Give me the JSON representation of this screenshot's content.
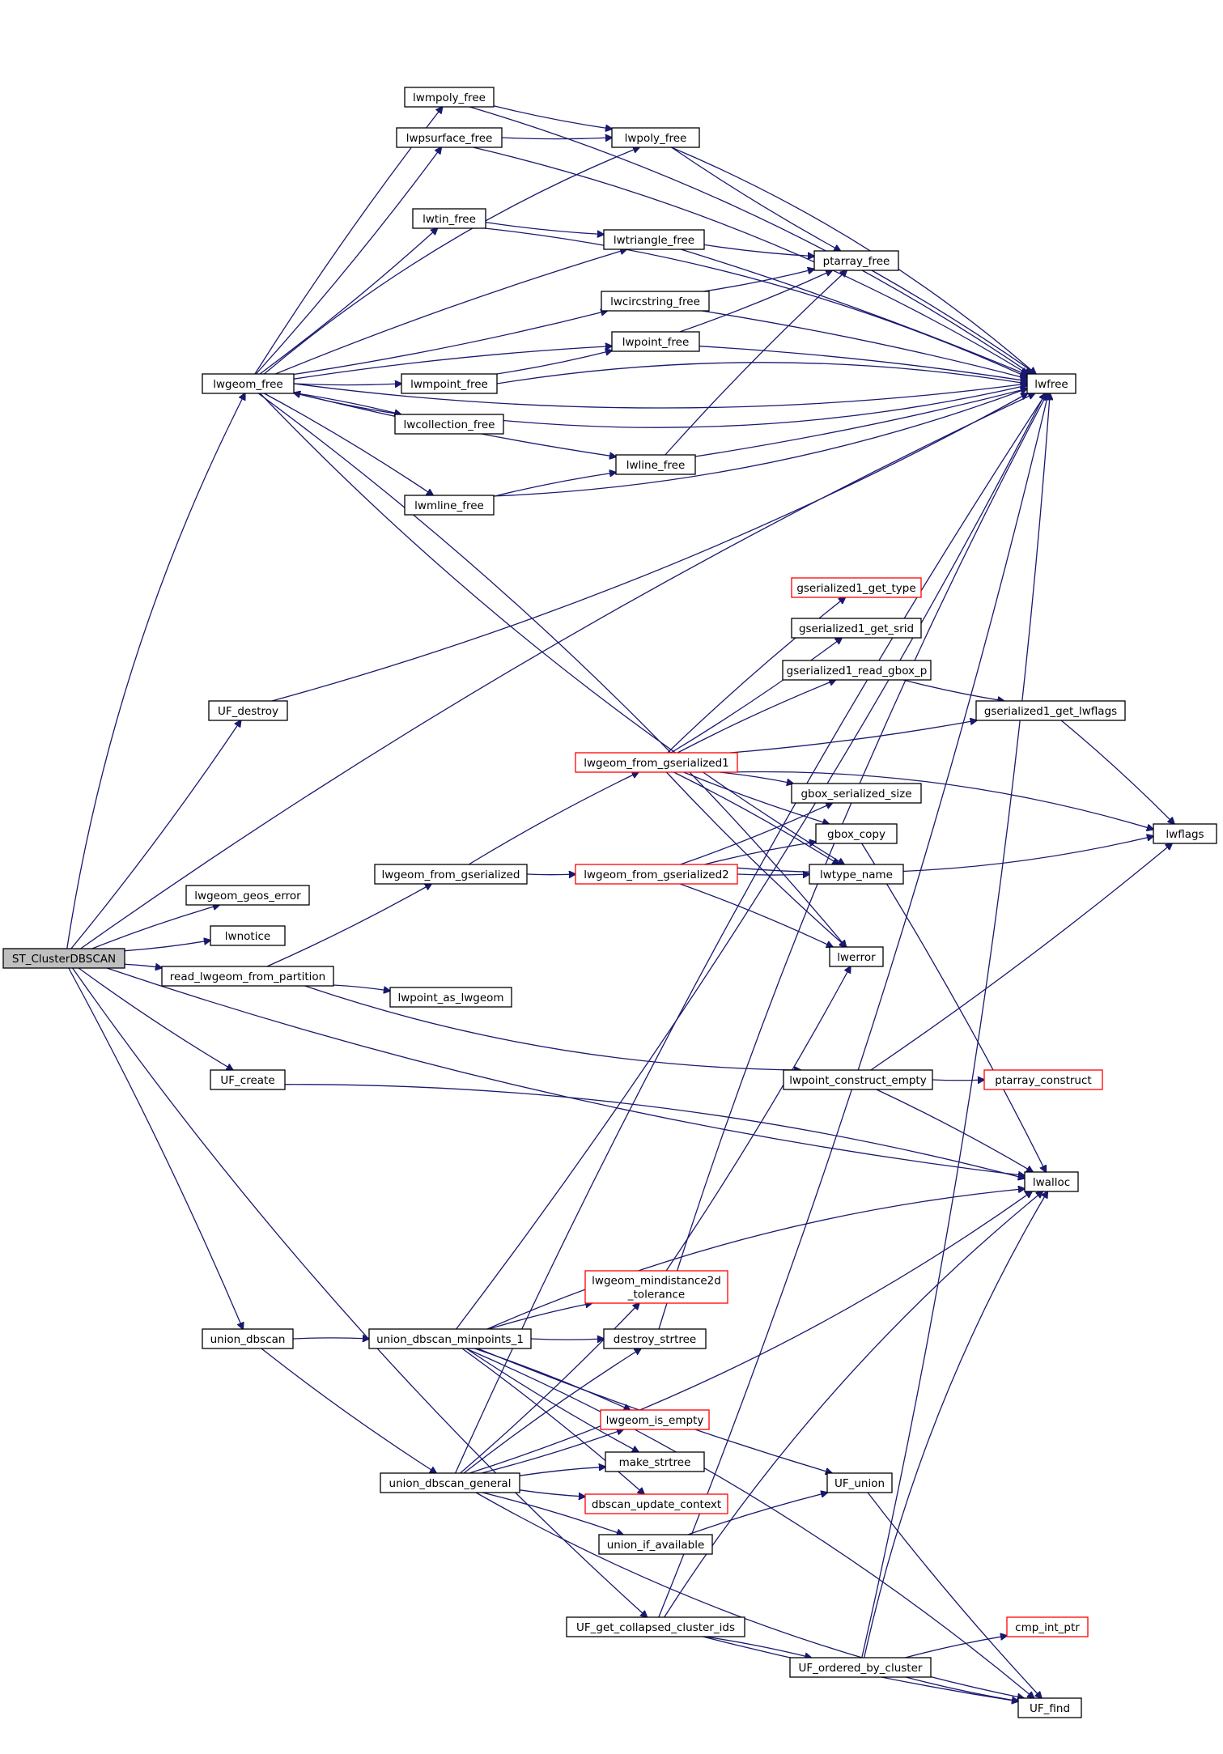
{
  "graph": {
    "title": "",
    "colors": {
      "edge": "#191970",
      "node_border": "#000000",
      "truncated_border": "#ff0000",
      "root_fill": "#bfbfbf",
      "node_fill": "#ffffff"
    },
    "nodes": [
      {
        "id": "st",
        "label": "ST_ClusterDBSCAN",
        "root": true
      },
      {
        "id": "lwgeom_free",
        "label": "lwgeom_free"
      },
      {
        "id": "lwmpoly_free",
        "label": "lwmpoly_free"
      },
      {
        "id": "lwpsurface_free",
        "label": "lwpsurface_free"
      },
      {
        "id": "lwpoly_free",
        "label": "lwpoly_free"
      },
      {
        "id": "lwtin_free",
        "label": "lwtin_free"
      },
      {
        "id": "lwtriangle_free",
        "label": "lwtriangle_free"
      },
      {
        "id": "ptarray_free",
        "label": "ptarray_free"
      },
      {
        "id": "lwcircstring_free",
        "label": "lwcircstring_free"
      },
      {
        "id": "lwpoint_free",
        "label": "lwpoint_free"
      },
      {
        "id": "lwmpoint_free",
        "label": "lwmpoint_free"
      },
      {
        "id": "lwcollection_free",
        "label": "lwcollection_free"
      },
      {
        "id": "lwline_free",
        "label": "lwline_free"
      },
      {
        "id": "lwmline_free",
        "label": "lwmline_free"
      },
      {
        "id": "lwfree",
        "label": "lwfree"
      },
      {
        "id": "gs1_get_type",
        "label": "gserialized1_get_type",
        "truncated": true
      },
      {
        "id": "gs1_get_srid",
        "label": "gserialized1_get_srid"
      },
      {
        "id": "gs1_read_gbox_p",
        "label": "gserialized1_read_gbox_p"
      },
      {
        "id": "gs1_get_lwflags",
        "label": "gserialized1_get_lwflags"
      },
      {
        "id": "uf_destroy",
        "label": "UF_destroy"
      },
      {
        "id": "lwgeom_from_gs1",
        "label": "lwgeom_from_gserialized1",
        "truncated": true
      },
      {
        "id": "gbox_serialized_size",
        "label": "gbox_serialized_size"
      },
      {
        "id": "lwflags",
        "label": "lwflags"
      },
      {
        "id": "gbox_copy",
        "label": "gbox_copy"
      },
      {
        "id": "lwgeom_from_gs",
        "label": "lwgeom_from_gserialized"
      },
      {
        "id": "lwgeom_from_gs2",
        "label": "lwgeom_from_gserialized2",
        "truncated": true
      },
      {
        "id": "lwtype_name",
        "label": "lwtype_name"
      },
      {
        "id": "lwgeom_geos_error",
        "label": "lwgeom_geos_error"
      },
      {
        "id": "lwnotice",
        "label": "lwnotice"
      },
      {
        "id": "lwerror",
        "label": "lwerror"
      },
      {
        "id": "read_lwgeom",
        "label": "read_lwgeom_from_partition"
      },
      {
        "id": "lwpoint_as_lwgeom",
        "label": "lwpoint_as_lwgeom"
      },
      {
        "id": "uf_create",
        "label": "UF_create"
      },
      {
        "id": "lwpoint_construct_empty",
        "label": "lwpoint_construct_empty"
      },
      {
        "id": "ptarray_construct",
        "label": "ptarray_construct",
        "truncated": true
      },
      {
        "id": "lwalloc",
        "label": "lwalloc"
      },
      {
        "id": "lwgeom_mindist",
        "label": [
          "lwgeom_mindistance2d",
          "_tolerance"
        ],
        "truncated": true
      },
      {
        "id": "union_dbscan",
        "label": "union_dbscan"
      },
      {
        "id": "union_dbscan_min1",
        "label": "union_dbscan_minpoints_1"
      },
      {
        "id": "destroy_strtree",
        "label": "destroy_strtree"
      },
      {
        "id": "lwgeom_is_empty",
        "label": "lwgeom_is_empty",
        "truncated": true
      },
      {
        "id": "make_strtree",
        "label": "make_strtree"
      },
      {
        "id": "union_dbscan_general",
        "label": "union_dbscan_general"
      },
      {
        "id": "dbscan_update_context",
        "label": "dbscan_update_context",
        "truncated": true
      },
      {
        "id": "uf_union",
        "label": "UF_union"
      },
      {
        "id": "union_if_available",
        "label": "union_if_available"
      },
      {
        "id": "uf_get_collapsed",
        "label": "UF_get_collapsed_cluster_ids"
      },
      {
        "id": "uf_ordered",
        "label": "UF_ordered_by_cluster"
      },
      {
        "id": "cmp_int_ptr",
        "label": "cmp_int_ptr",
        "truncated": true
      },
      {
        "id": "uf_find",
        "label": "UF_find"
      }
    ]
  }
}
